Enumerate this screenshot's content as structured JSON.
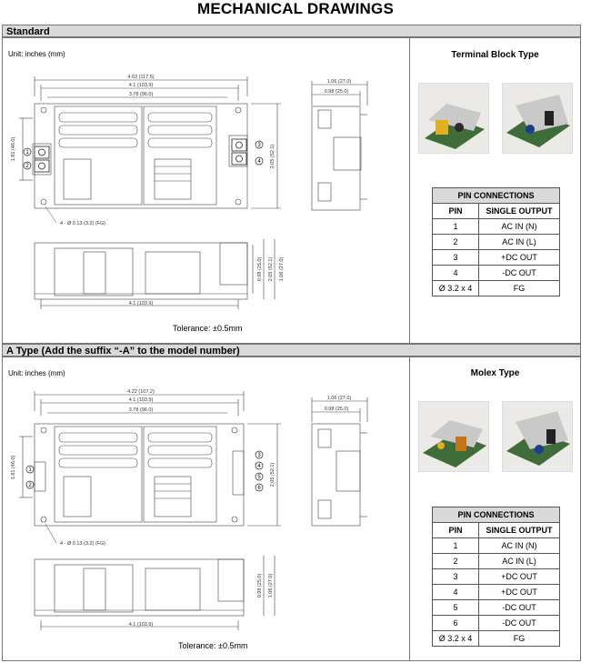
{
  "page": {
    "title": "MECHANICAL DRAWINGS"
  },
  "standard": {
    "header": "Standard",
    "unit": "Unit: inches (mm)",
    "tolerance": "Tolerance: ±0.5mm",
    "type_title": "Terminal Block Type",
    "dims": {
      "w_overall": "4.63 (117.5)",
      "w_holes": "4.1 (103.9)",
      "w_inner": "3.78 (96.0)",
      "h_left": "1.81 (46.0)",
      "h_right": "2.05 (52.1)",
      "side_w1": "1.06 (27.0)",
      "side_w2": "0.98 (25.0)",
      "hole_note": "4 - Ø 0.13 (3.2) (FG)",
      "bottom_h1": "0.98 (25.0)",
      "bottom_h2": "2.05 (52.1)",
      "bottom_h3": "1.06 (27.0)",
      "bottom_w": "4.1 (103.9)"
    },
    "pins_left": [
      "1",
      "2"
    ],
    "pins_right": [
      "3",
      "4"
    ],
    "table": {
      "title": "PIN CONNECTIONS",
      "col_pin": "PIN",
      "col_out": "SINGLE OUTPUT",
      "rows": [
        {
          "pin": "1",
          "out": "AC IN (N)"
        },
        {
          "pin": "2",
          "out": "AC IN (L)"
        },
        {
          "pin": "3",
          "out": "+DC OUT"
        },
        {
          "pin": "4",
          "out": "-DC OUT"
        },
        {
          "pin": "Ø 3.2 x 4",
          "out": "FG"
        }
      ]
    }
  },
  "atype": {
    "header": "A Type (Add the suffix “-A” to the model number)",
    "unit": "Unit: inches (mm)",
    "tolerance": "Tolerance: ±0.5mm",
    "type_title": "Molex Type",
    "dims": {
      "w_overall": "4.22 (107.2)",
      "w_holes": "4.1 (103.9)",
      "w_inner": "3.78 (96.0)",
      "h_left": "1.81 (46.0)",
      "h_right": "2.05 (52.1)",
      "side_w1": "1.06 (27.0)",
      "side_w2": "0.98 (25.0)",
      "hole_note": "4 - Ø 0.13 (3.2) (FG)",
      "bottom_h1": "0.98 (25.0)",
      "bottom_h3": "1.06 (27.0)",
      "bottom_w": "4.1 (103.9)"
    },
    "pins_left": [
      "1",
      "2"
    ],
    "pins_right": [
      "3",
      "4",
      "5",
      "6"
    ],
    "table": {
      "title": "PIN CONNECTIONS",
      "col_pin": "PIN",
      "col_out": "SINGLE OUTPUT",
      "rows": [
        {
          "pin": "1",
          "out": "AC IN (N)"
        },
        {
          "pin": "2",
          "out": "AC IN (L)"
        },
        {
          "pin": "3",
          "out": "+DC OUT"
        },
        {
          "pin": "4",
          "out": "+DC OUT"
        },
        {
          "pin": "5",
          "out": "-DC OUT"
        },
        {
          "pin": "6",
          "out": "-DC OUT"
        },
        {
          "pin": "Ø 3.2 x 4",
          "out": "FG"
        }
      ]
    }
  }
}
